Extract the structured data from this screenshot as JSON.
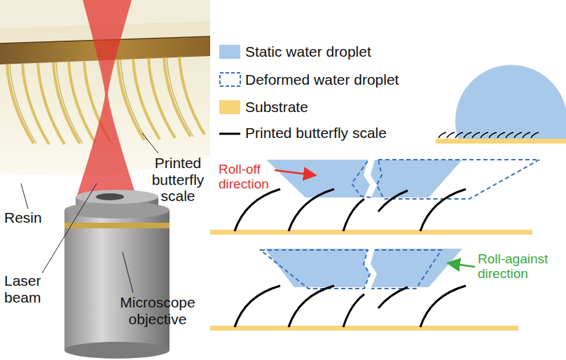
{
  "diagram": {
    "labels": [
      "Printed butterfly scale",
      "Resin",
      "Laser beam",
      "Microscope objective",
      "Roll-off direction",
      "Roll-against direction"
    ],
    "legend": [
      {
        "text": "Static water droplet",
        "color": "#a9c9ea"
      },
      {
        "text": "Deformed water droplet"
      },
      {
        "text": "Substrate",
        "color": "#f8d479"
      },
      {
        "text": "Printed butterfly scale"
      }
    ]
  }
}
